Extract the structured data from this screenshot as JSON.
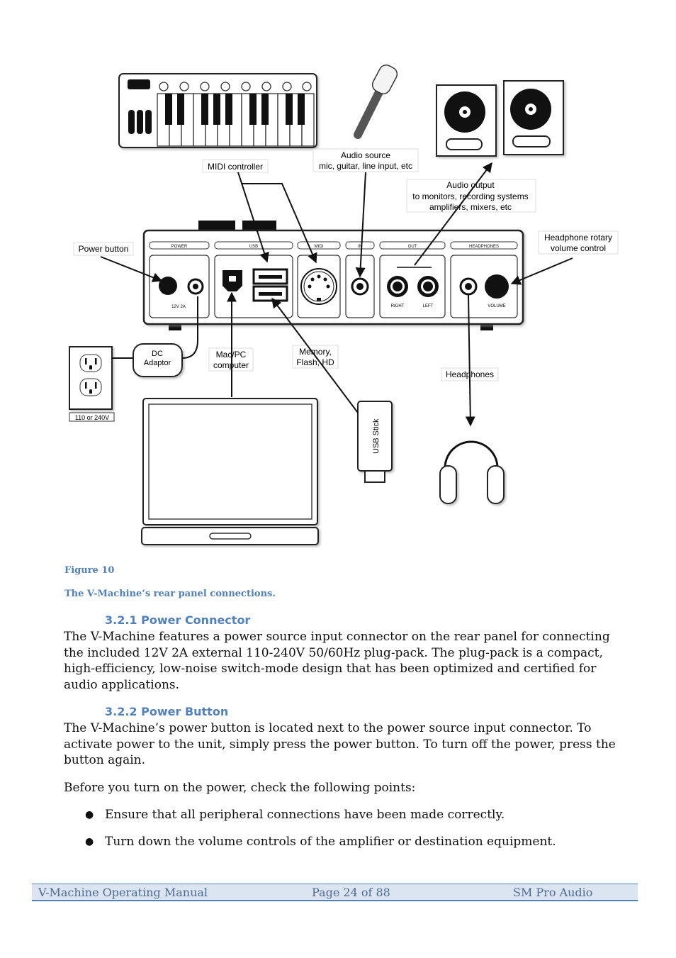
{
  "figure": {
    "labels": {
      "midi_controller": "MIDI controller",
      "audio_source_1": "Audio source",
      "audio_source_2": "mic, guitar, line input, etc",
      "audio_output_1": "Audio output",
      "audio_output_2": "to monitors, recording systems",
      "audio_output_3": "amplifiers, mixers, etc",
      "power_button": "Power button",
      "headphone_rotary_1": "Headphone rotary",
      "headphone_rotary_2": "volume control",
      "section_power": "POWER",
      "section_usb": "USB",
      "section_midi": "MIDI",
      "section_in": "IN",
      "section_out": "OUT",
      "section_headphones": "HEADPHONES",
      "port_12v": "12V 2A",
      "port_right": "RIGHT",
      "port_left": "LEFT",
      "port_volume": "VOLUME",
      "dc_adaptor_1": "DC",
      "dc_adaptor_2": "Adaptor",
      "mac_pc_1": "Mac/PC",
      "mac_pc_2": "computer",
      "memory_1": "Memory,",
      "memory_2": "Flash, HD",
      "headphones": "Headphones",
      "usb_stick": "USB Stick",
      "voltage": "110 or 240V"
    }
  },
  "caption": {
    "figure_number": "Figure 10",
    "figure_title": "The V-Machine’s rear panel connections."
  },
  "sections": {
    "power_connector": {
      "heading": "3.2.1 Power Connector",
      "body": "The V-Machine features a power source input connector on the rear panel for connecting the included 12V 2A external 110-240V 50/60Hz plug-pack.  The plug-pack is a compact, high-efficiency, low-noise switch-mode design that has been optimized and certified for audio applications."
    },
    "power_button": {
      "heading": "3.2.2 Power Button",
      "body": "The V-Machine’s power button is located next to the power source input connector. To activate power to the unit, simply press the power button. To turn off the power, press the button again.",
      "checklist_intro": "Before you turn on the power, check the following points:",
      "bullets": [
        "Ensure that all peripheral connections have been made correctly.",
        "Turn down the volume controls of the amplifier or destination equipment."
      ]
    }
  },
  "footer": {
    "left": "V-Machine Operating Manual",
    "center": "Page 24 of 88",
    "right": "SM Pro Audio"
  },
  "colors": {
    "heading_blue": "#4f81bd",
    "footer_band": "#dbe5f1"
  }
}
